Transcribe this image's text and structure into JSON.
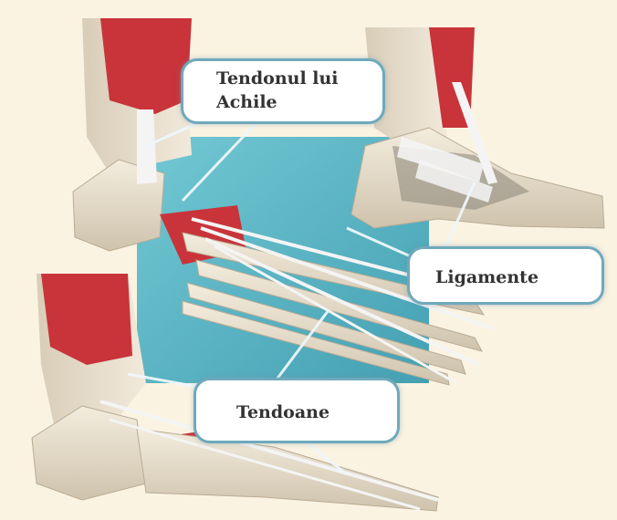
{
  "labels": {
    "achilles_line1": "Tendonul lui",
    "achilles_line2": "Achile",
    "ligaments": "Ligamente",
    "tendons": "Tendoane"
  },
  "colors": {
    "background": "#fbf3e2",
    "backdrop_blue": "#4fb0c0",
    "muscle_red": "#c8343a",
    "bone": "#e9dfcc",
    "tendon": "#f4f4f4",
    "callout_border": "#6fa9bc"
  }
}
